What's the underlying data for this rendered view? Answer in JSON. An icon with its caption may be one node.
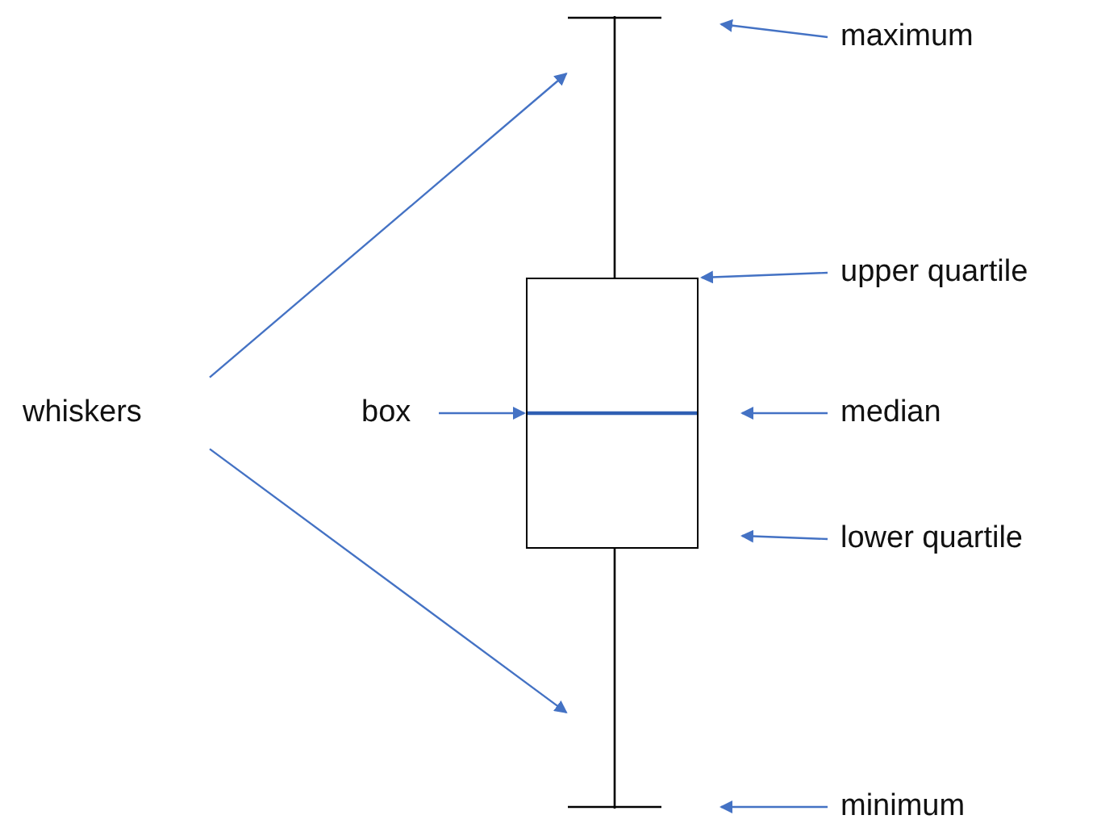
{
  "diagram": {
    "nodes": [
      {
        "text": [
          "whiskers"
        ]
      },
      {
        "text": [
          "box"
        ]
      },
      {
        "text": [],
        "shape": "box"
      },
      {
        "text": [
          "maximum"
        ]
      },
      {
        "text": [
          "upper quartile"
        ]
      },
      {
        "text": [
          "median"
        ]
      },
      {
        "text": [
          "lower quartile"
        ]
      },
      {
        "text": [
          "minimum"
        ]
      },
      {
        "text": [],
        "shape": "bar"
      },
      {
        "text": [],
        "shape": "bar"
      }
    ],
    "edges": [
      {
        "from": 0,
        "to": 8,
        "arrow": "to"
      },
      {
        "from": 0,
        "to": 9,
        "arrow": "to"
      },
      {
        "from": 1,
        "to": 2,
        "arrow": "to"
      },
      {
        "from": 3,
        "to": null,
        "arrow": "to"
      },
      {
        "from": 4,
        "to": 2,
        "arrow": "to"
      },
      {
        "from": 5,
        "to": null,
        "arrow": "to"
      },
      {
        "from": 6,
        "to": null,
        "arrow": "to"
      },
      {
        "from": 7,
        "to": null,
        "arrow": "to"
      }
    ]
  }
}
